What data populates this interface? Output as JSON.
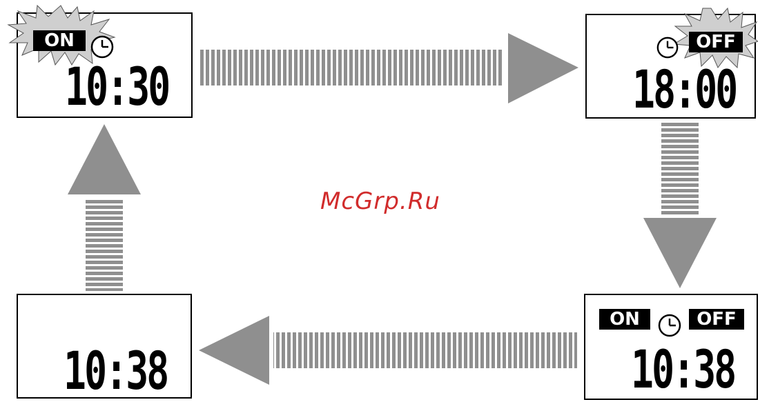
{
  "panels": {
    "top_left": {
      "badge": "ON",
      "time": "10:30"
    },
    "top_right": {
      "badge": "OFF",
      "time": "18:00"
    },
    "bottom_right": {
      "badge_on": "ON",
      "badge_off": "OFF",
      "time": "10:38"
    },
    "bottom_left": {
      "time": "10:38"
    }
  },
  "watermark": "McGrp.Ru",
  "icons": [
    "clock-icon",
    "starburst-icon",
    "arrow-right-icon",
    "arrow-down-icon",
    "arrow-left-icon",
    "arrow-up-icon"
  ],
  "colors": {
    "arrow": "#8f8f8f",
    "lcd_border": "#000000",
    "badge_bg": "#000000",
    "watermark": "#d12c2c",
    "burst": "#cfcfcf"
  }
}
